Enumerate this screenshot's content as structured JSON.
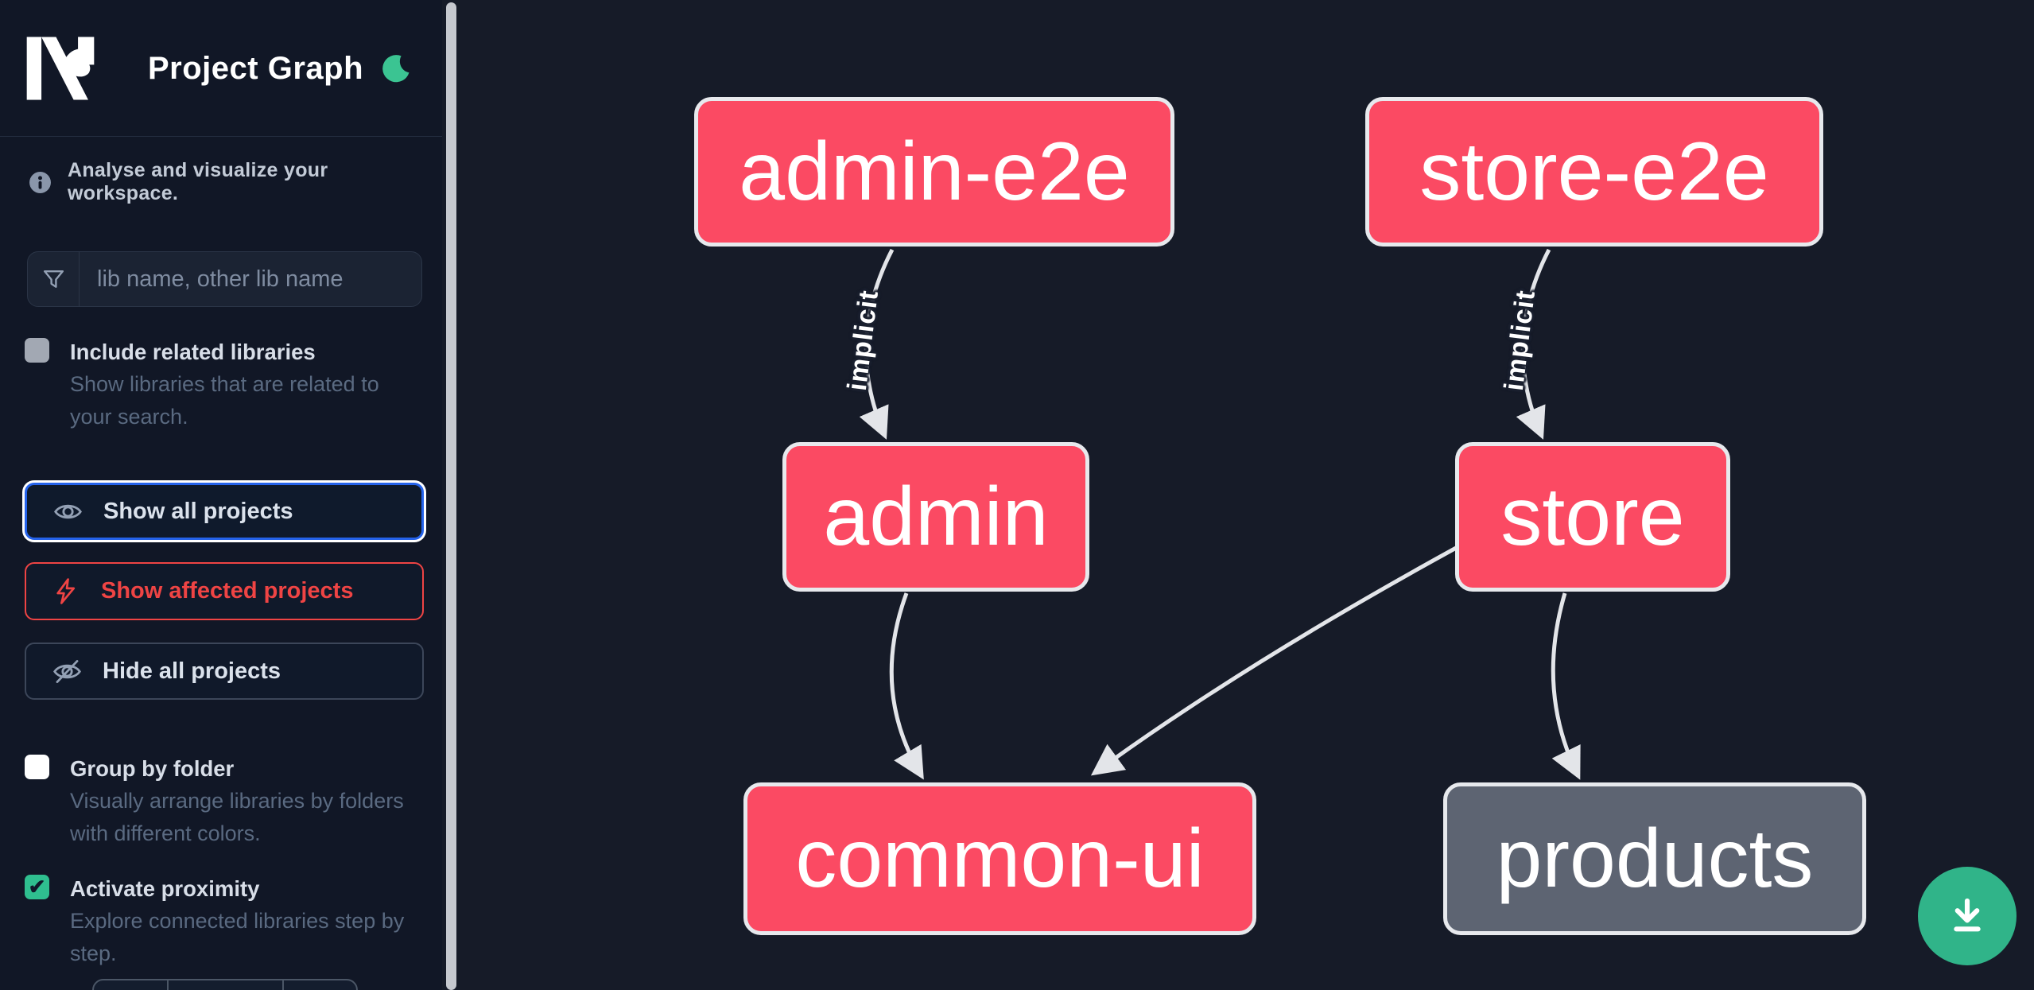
{
  "header": {
    "logo": "Nx",
    "title": "Project Graph",
    "theme_toggle": "moon-icon"
  },
  "sidebar": {
    "tagline": "Analyse and visualize your workspace.",
    "search": {
      "placeholder": "lib name, other lib name",
      "value": "",
      "icon": "funnel-icon"
    },
    "options": [
      {
        "label": "Include related libraries",
        "description": "Show libraries that are related to your search.",
        "checked": false
      },
      {
        "label": "Group by folder",
        "description": "Visually arrange libraries by folders with different colors.",
        "checked": false
      },
      {
        "label": "Activate proximity",
        "description": "Explore connected libraries step by step.",
        "checked": true
      }
    ],
    "actions": [
      {
        "label": "Show all projects",
        "icon": "eye-icon",
        "state": "focused"
      },
      {
        "label": "Show affected projects",
        "icon": "bolt-icon",
        "variant": "danger"
      },
      {
        "label": "Hide all projects",
        "icon": "eye-off-icon"
      }
    ]
  },
  "graph": {
    "nodes": [
      {
        "id": "admin-e2e",
        "label": "admin-e2e",
        "color": "pink"
      },
      {
        "id": "store-e2e",
        "label": "store-e2e",
        "color": "pink"
      },
      {
        "id": "admin",
        "label": "admin",
        "color": "pink"
      },
      {
        "id": "store",
        "label": "store",
        "color": "pink"
      },
      {
        "id": "common-ui",
        "label": "common-ui",
        "color": "pink"
      },
      {
        "id": "products",
        "label": "products",
        "color": "gray"
      }
    ],
    "edges": [
      {
        "source": "admin-e2e",
        "target": "admin",
        "label": "implicit"
      },
      {
        "source": "store-e2e",
        "target": "store",
        "label": "implicit"
      },
      {
        "source": "admin",
        "target": "common-ui",
        "label": ""
      },
      {
        "source": "store",
        "target": "common-ui",
        "label": ""
      },
      {
        "source": "store",
        "target": "products",
        "label": ""
      }
    ]
  },
  "fab": {
    "icon": "download-icon"
  },
  "colors": {
    "sidebar_bg": "#111726",
    "canvas_bg": "#161b28",
    "node_pink": "#fb4a63",
    "node_gray": "#5d6472",
    "node_border": "#e7e9ed",
    "edge": "#e3e5e9",
    "accent_blue": "#2563eb",
    "accent_red": "#ef4444",
    "accent_green": "#30b489",
    "checkbox_green": "#2fbf8f"
  }
}
